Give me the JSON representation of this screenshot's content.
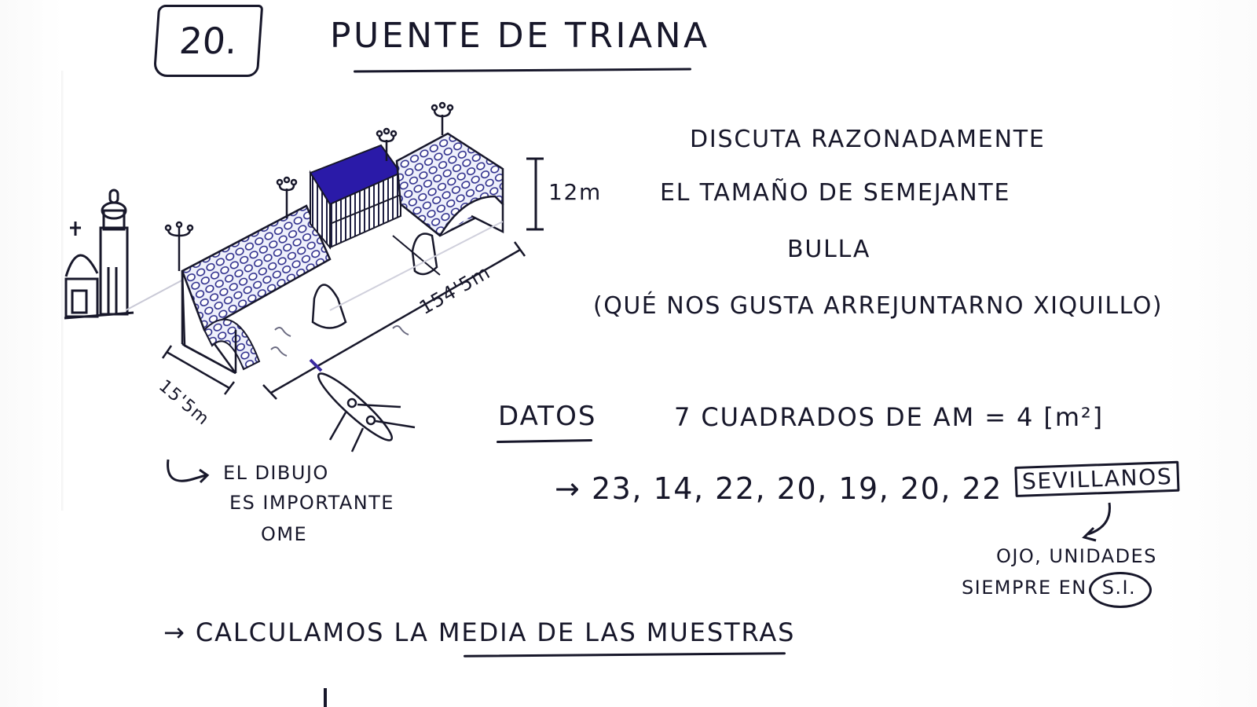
{
  "exercise": {
    "number": "20.",
    "title": "PUENTE DE TRIANA"
  },
  "prompt": {
    "lines": [
      "DISCUTA RAZONADAMENTE",
      "EL TAMAÑO DE SEMEJANTE",
      "BULLA",
      "(QUÉ NOS GUSTA ARREJUNTARNO XIQUILLO)"
    ]
  },
  "drawing": {
    "subject": "Puente de Triana bridge sketch with church (Capilla del Carmen) and boat",
    "height_label": "12m",
    "length_label": "154'5m",
    "width_label": "15'5m",
    "accent_color": "#2a1aa8",
    "ink_color": "#17172a",
    "note_lines": [
      "EL DIBUJO",
      "ES IMPORTANTE",
      "OME"
    ]
  },
  "data_section": {
    "label": "DATOS",
    "description": "7 CUADRADOS DE AM = 4 [m²]",
    "values_arrow": "→",
    "values": [
      23,
      14,
      22,
      20,
      19,
      20,
      22
    ],
    "values_text": "23, 14, 22, 20, 19, 20, 22",
    "unit": "SEVILLANOS",
    "unit_note_line1": "OJO, UNIDADES",
    "unit_note_line2": "SIEMPRE EN",
    "unit_note_circled": "S.I."
  },
  "next_step": {
    "text_prefix": "→ CALCULAMOS LA ",
    "text_emphasis": "MEDIA DE LAS MUESTRAS"
  }
}
